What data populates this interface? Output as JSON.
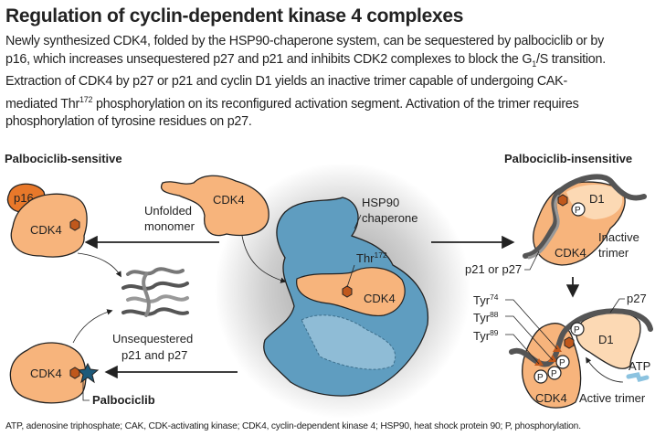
{
  "title": "Regulation of cyclin-dependent kinase 4 complexes",
  "paragraph": {
    "line1": "Newly synthesized CDK4, folded by the HSP90-chaperone system, can be sequestered by palbociclib or by",
    "line2_a": "p16, which increases unsequestered p27 and p21 and inhibits CDK2 complexes to block the G",
    "line2_sub": "1",
    "line2_b": "/S transition.",
    "line3": "Extraction of CDK4 by p27 or p21 and cyclin D1 yields an inactive trimer capable of undergoing CAK-",
    "line4_a": "mediated Thr",
    "line4_sup": "172",
    "line4_b": " phosphorylation on its reconfigured activation segment. Activation of the trimer requires",
    "line5": "phosphorylation of tyrosine residues on p27."
  },
  "diagram": {
    "left_header": "Palbociclib-sensitive",
    "right_header": "Palbociclib-insensitive",
    "p16": "p16",
    "cdk4": "CDK4",
    "unfolded_1": "Unfolded",
    "unfolded_2": "monomer",
    "unseq_1": "Unsequestered",
    "unseq_2": "p21 and p27",
    "palbociclib": "Palbociclib",
    "hsp90_1": "HSP90",
    "hsp90_2": "chaperone",
    "thr": "Thr",
    "thr_sup": "172",
    "d1": "D1",
    "p": "P",
    "inactive_1": "Inactive",
    "inactive_2": "trimer",
    "p21_or_p27": "p21 or p27",
    "p27": "p27",
    "tyr": "Tyr",
    "tyr74": "74",
    "tyr88": "88",
    "tyr89": "89",
    "atp": "ATP",
    "active_trimer": "Active trimer"
  },
  "colors": {
    "cdk4": "#f7b47c",
    "p16": "#e8782a",
    "hsp90": "#5f9dc0",
    "d1": "#fcd9b4",
    "p21_p27": "#555555",
    "palbociclib": "#1d5a7a",
    "hexagon": "#c0581c"
  },
  "footnote": "ATP, adenosine triphosphate; CAK, CDK-activating kinase; CDK4, cyclin-dependent kinase 4; HSP90, heat shock protein 90; P, phosphorylation."
}
